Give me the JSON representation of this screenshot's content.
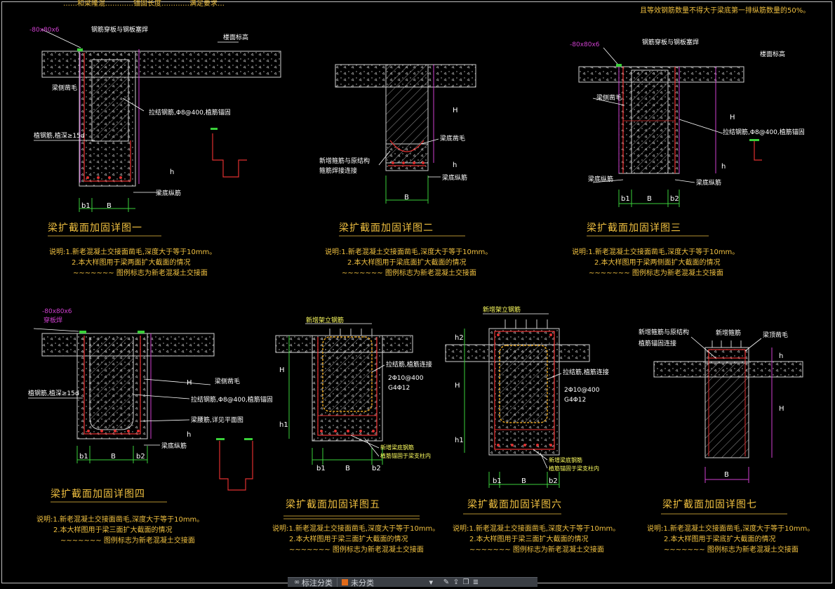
{
  "top_notes": {
    "left": "……和梁隆混…………锚固长度…………满足要求…",
    "right": "且等效钢筋数量不得大于梁底第一排纵筋数量的50%。"
  },
  "details": [
    {
      "title": "梁扩截面加固详图一",
      "notes": [
        "说明:1.新老混凝土交接面凿毛,深度大于等于10mm。",
        "2.本大样图用于梁两面扩大截面的情况",
        "~~~~~~~ 图例标志为新老混凝土交接面"
      ],
      "labels": {
        "plate": "-80x80x6",
        "weld": "钢筋穿板与钢板塞焊",
        "slab_top": "楼面标高",
        "rough": "梁侧凿毛",
        "tie": "拉结钢筋,Φ8@400,植筋锚固",
        "plant": "植钢筋,植深≥15d",
        "bottom": "梁底纵筋",
        "b1": "b1",
        "B": "B",
        "h": "h"
      }
    },
    {
      "title": "梁扩截面加固详图二",
      "notes": [
        "说明:1.新老混凝土交接面凿毛,深度大于等于10mm。",
        "2.本大样图用于梁底面扩大截面的情况",
        "~~~~~~~ 图例标志为新老混凝土交接面"
      ],
      "labels": {
        "H": "H",
        "rough": "梁底凿毛",
        "new_stirrup": "新增箍筋与原结构",
        "weld": "箍筋焊接连接",
        "bottom": "梁底纵筋",
        "h": "h",
        "B": "B"
      }
    },
    {
      "title": "梁扩截面加固详图三",
      "notes": [
        "说明:1.新老混凝土交接面凿毛,深度大于等于10mm。",
        "2.本大样图用于梁两侧面扩大截面的情况",
        "~~~~~~~ 图例标志为新老混凝土交接面"
      ],
      "labels": {
        "plate": "-80x80x6",
        "weld": "钢筋穿板与钢板塞焊",
        "slab_top": "楼面标高",
        "rough": "梁侧凿毛",
        "tie": "拉结钢筋,Φ8@400,植筋锚固",
        "bottom": "梁底纵筋",
        "bottom2": "梁底纵筋",
        "H": "H",
        "h": "h",
        "b1": "b1",
        "B": "B",
        "b2": "b2"
      }
    },
    {
      "title": "梁扩截面加固详图四",
      "notes": [
        "说明:1.新老混凝土交接面凿毛,深度大于等于10mm。",
        "2.本大样图用于梁三面扩大截面的情况",
        "~~~~~~~ 图例标志为新老混凝土交接面"
      ],
      "labels": {
        "plate": "-80x80x6",
        "weld": "穿板焊",
        "rough": "梁侧凿毛",
        "plant": "植钢筋,植深≥15d",
        "tie": "拉结钢筋,Φ8@400,植筋锚固",
        "waist": "梁腰筋,详见平面图",
        "bottom": "梁底纵筋",
        "H": "H",
        "h": "h",
        "b1": "b1",
        "B": "B",
        "b2": "b2"
      }
    },
    {
      "title": "梁扩截面加固详图五",
      "notes": [
        "说明:1.新老混凝土交接面凿毛,深度大于等于10mm。",
        "2.本大样图用于梁三面扩大截面的情况",
        "~~~~~~~ 图例标志为新老混凝土交接面"
      ],
      "labels": {
        "top": "新增架立钢筋",
        "tie1": "拉结筋,植筋连接",
        "tie2": "2Φ10@400",
        "tie3": "G4Φ12",
        "new_bottom": "新增梁底钢筋",
        "anchor": "植筋锚固于梁支柱内",
        "H": "H",
        "h1": "h1",
        "b1": "b1",
        "B": "B",
        "b2": "b2"
      }
    },
    {
      "title": "梁扩截面加固详图六",
      "notes": [
        "说明:1.新老混凝土交接面凿毛,深度大于等于10mm。",
        "2.本大样图用于梁三面扩大截面的情况",
        "~~~~~~~ 图例标志为新老混凝土交接面"
      ],
      "labels": {
        "top": "新增架立钢筋",
        "tie1": "拉结筋,植筋连接",
        "tie2": "2Φ10@400",
        "tie3": "G4Φ12",
        "new_bottom": "新增梁底钢筋",
        "anchor": "植筋锚固于梁支柱内",
        "H": "H",
        "h1": "h1",
        "h2": "h2",
        "b1": "b1",
        "B": "B",
        "b2": "b2"
      }
    },
    {
      "title": "梁扩截面加固详图七",
      "notes": [
        "说明:1.新老混凝土交接面凿毛,深度大于等于10mm。",
        "2.本大样图用于梁底扩大截面的情况",
        "~~~~~~~ 图例标志为新老混凝土交接面"
      ],
      "labels": {
        "stirrup1": "新增箍筋与原结构",
        "stirrup2": "植筋锚固连接",
        "top": "新增箍筋",
        "rough": "梁顶凿毛",
        "H": "H",
        "h": "h",
        "B": "B"
      }
    }
  ],
  "toolbar": {
    "layer_label": "标注分类",
    "layer_value": "未分类"
  },
  "colors": {
    "concrete": "#cfcfcf",
    "rebar": "#e03030",
    "dim": "#3ad03a",
    "magenta": "#d040d0",
    "text": "#f0c040",
    "leader": "#ffffff"
  }
}
